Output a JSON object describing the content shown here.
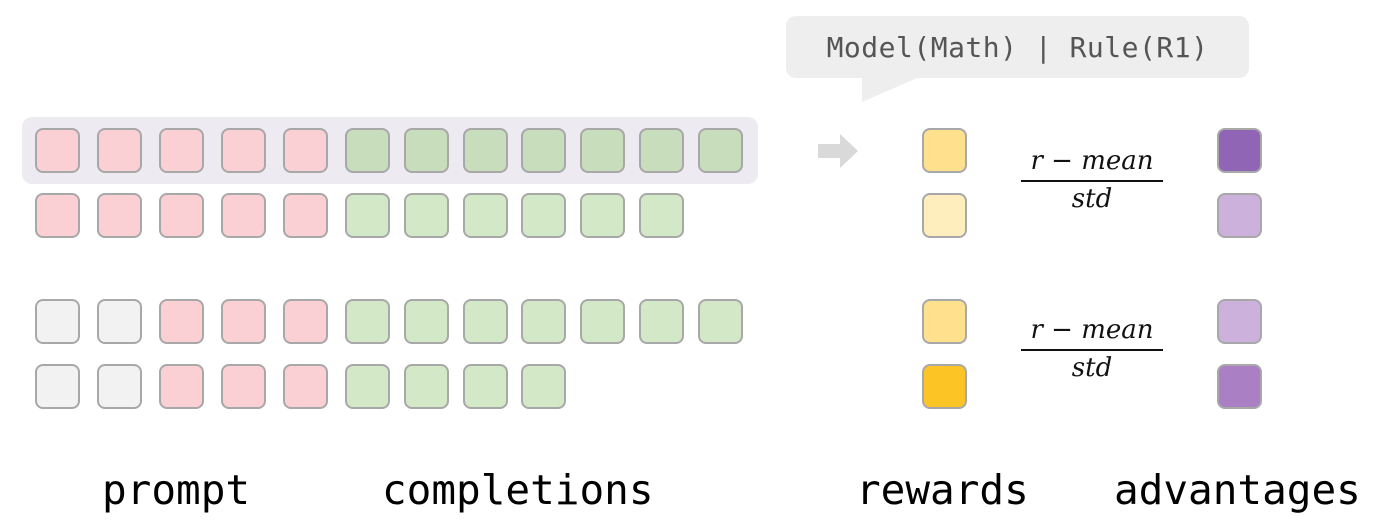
{
  "callout": {
    "text": "Model(Math) | Rule(R1)"
  },
  "colors": {
    "prompt": "#fbd0d4",
    "padding": "#f2f2f2",
    "completion_dark": "#c7ddbb",
    "completion_light": "#d2e8c6",
    "reward_light": "#feeebd",
    "reward_mid": "#ffe08c",
    "reward_dark": "#fcc425",
    "advantage_dark": "#9065b6",
    "advantage_mid": "#aa7fc4",
    "advantage_light": "#cbb1dc",
    "highlight": "#eeeaf2",
    "arrow": "#d9d9d9"
  },
  "groups": [
    {
      "formula": {
        "numerator": "r − mean",
        "denominator": "std"
      },
      "rows": [
        {
          "highlighted": true,
          "tokens": [
            "prompt",
            "prompt",
            "prompt",
            "prompt",
            "prompt",
            "completion_dark",
            "completion_dark",
            "completion_dark",
            "completion_dark",
            "completion_dark",
            "completion_dark",
            "completion_dark"
          ],
          "reward": "reward_mid",
          "advantage": "advantage_dark"
        },
        {
          "highlighted": false,
          "tokens": [
            "prompt",
            "prompt",
            "prompt",
            "prompt",
            "prompt",
            "completion_light",
            "completion_light",
            "completion_light",
            "completion_light",
            "completion_light",
            "completion_light"
          ],
          "reward": "reward_light",
          "advantage": "advantage_light"
        }
      ]
    },
    {
      "formula": {
        "numerator": "r − mean",
        "denominator": "std"
      },
      "rows": [
        {
          "highlighted": false,
          "tokens": [
            "padding",
            "padding",
            "prompt",
            "prompt",
            "prompt",
            "completion_light",
            "completion_light",
            "completion_light",
            "completion_light",
            "completion_light",
            "completion_light",
            "completion_light"
          ],
          "reward": "reward_mid",
          "advantage": "advantage_light"
        },
        {
          "highlighted": false,
          "tokens": [
            "padding",
            "padding",
            "prompt",
            "prompt",
            "prompt",
            "completion_light",
            "completion_light",
            "completion_light",
            "completion_light"
          ],
          "reward": "reward_dark",
          "advantage": "advantage_mid"
        }
      ]
    }
  ],
  "labels": {
    "prompt": "prompt",
    "completions": "completions",
    "rewards": "rewards",
    "advantages": "advantages"
  }
}
